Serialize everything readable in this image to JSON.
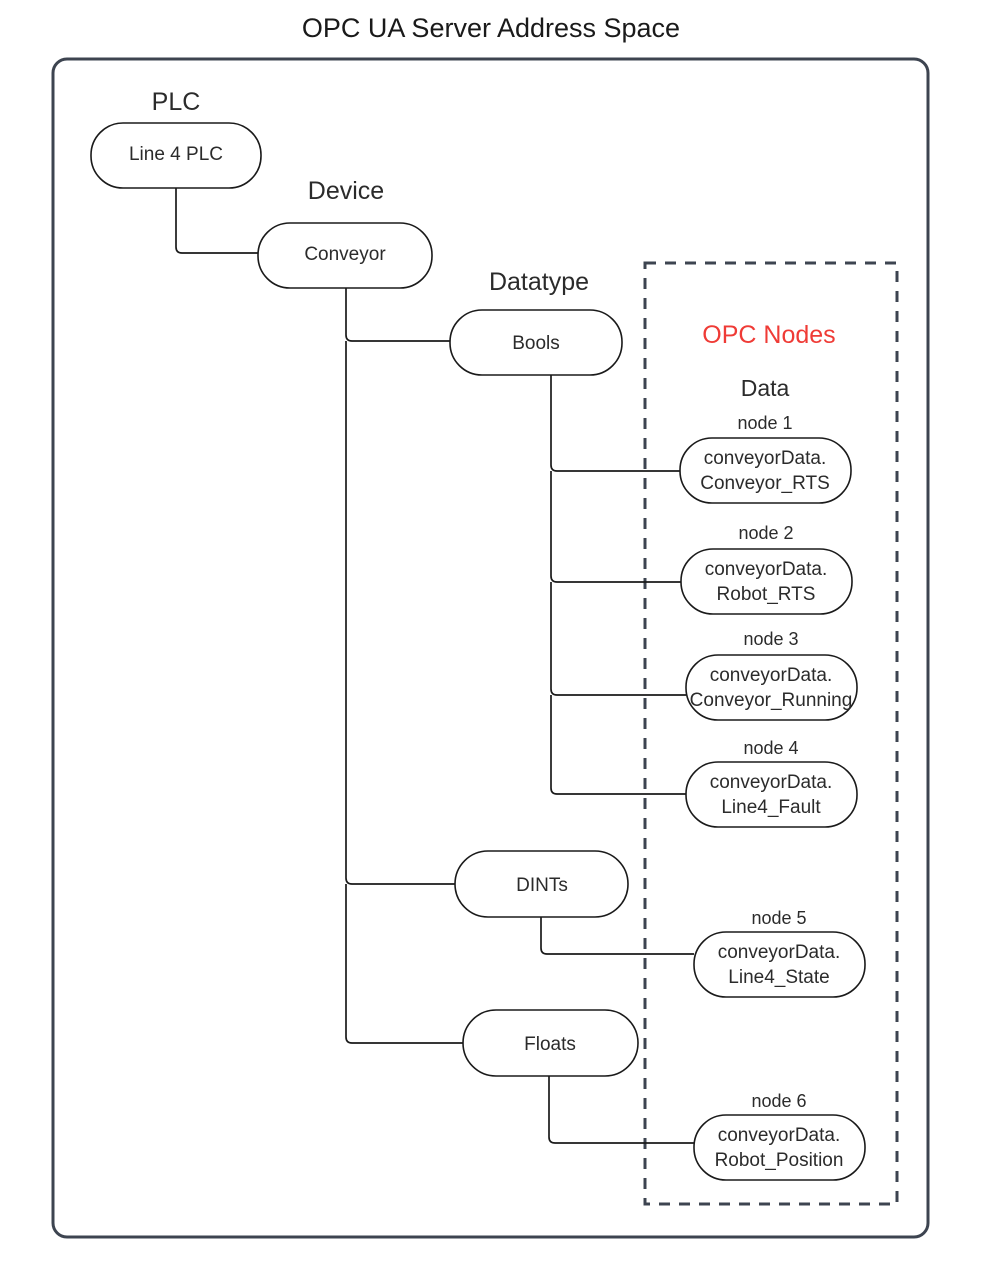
{
  "title": "OPC UA Server Address Space",
  "colors": {
    "frame": "#3d4450",
    "line": "#1a1a1a",
    "text": "#2b2b2b",
    "accent_red": "#ef3b36",
    "background": "#ffffff"
  },
  "groups": {
    "plc_label": "PLC",
    "device_label": "Device",
    "datatype_label": "Datatype",
    "opc_nodes_label": "OPC Nodes",
    "data_label": "Data"
  },
  "tree": {
    "plc": {
      "label": "Line 4 PLC"
    },
    "device": {
      "label": "Conveyor"
    },
    "datatypes": [
      {
        "label": "Bools"
      },
      {
        "label": "DINTs"
      },
      {
        "label": "Floats"
      }
    ]
  },
  "nodes": [
    {
      "caption": "node 1",
      "line1": "conveyorData.",
      "line2": "Conveyor_RTS",
      "parent": "Bools"
    },
    {
      "caption": "node 2",
      "line1": "conveyorData.",
      "line2": "Robot_RTS",
      "parent": "Bools"
    },
    {
      "caption": "node 3",
      "line1": "conveyorData.",
      "line2": "Conveyor_Running",
      "parent": "Bools"
    },
    {
      "caption": "node 4",
      "line1": "conveyorData.",
      "line2": "Line4_Fault",
      "parent": "Bools"
    },
    {
      "caption": "node 5",
      "line1": "conveyorData.",
      "line2": "Line4_State",
      "parent": "DINTs"
    },
    {
      "caption": "node 6",
      "line1": "conveyorData.",
      "line2": "Robot_Position",
      "parent": "Floats"
    }
  ]
}
